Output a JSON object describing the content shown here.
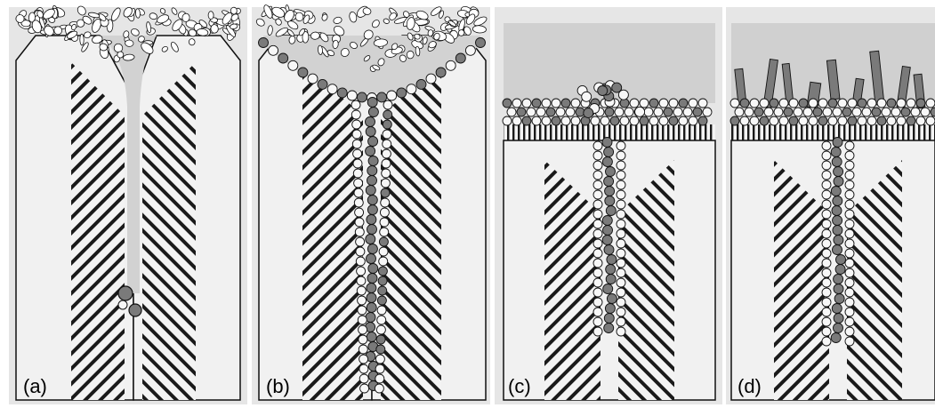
{
  "figure": {
    "panels": [
      {
        "id": "a",
        "label": "(a)",
        "stage": "v-cavity-with-loose-powder-and-seed-crystals"
      },
      {
        "id": "b",
        "label": "(b)",
        "stage": "cavity-filled-with-crystal-chain-and-meniscus"
      },
      {
        "id": "c",
        "label": "(c)",
        "stage": "flat-crystal-layer-over-mesh-with-bump"
      },
      {
        "id": "d",
        "label": "(d)",
        "stage": "crystal-layer-with-vertical-rods-on-top"
      }
    ],
    "colors": {
      "background": "#ffffff",
      "panel_fill": "#e6e6e6",
      "cavity_fill": "#f1f1f1",
      "liquid": "#d2d2d2",
      "grain_dark": "#7a7a7a",
      "grain_light": "#f7f7f7",
      "outline": "#111111",
      "hatch": "#1a1a1a"
    },
    "icons": {
      "hatch": "diagonal-stripe-walls",
      "powder": "loose-powder-flakes",
      "grains": "round-crystal-grains",
      "rods": "vertical-rod-crystals"
    }
  }
}
